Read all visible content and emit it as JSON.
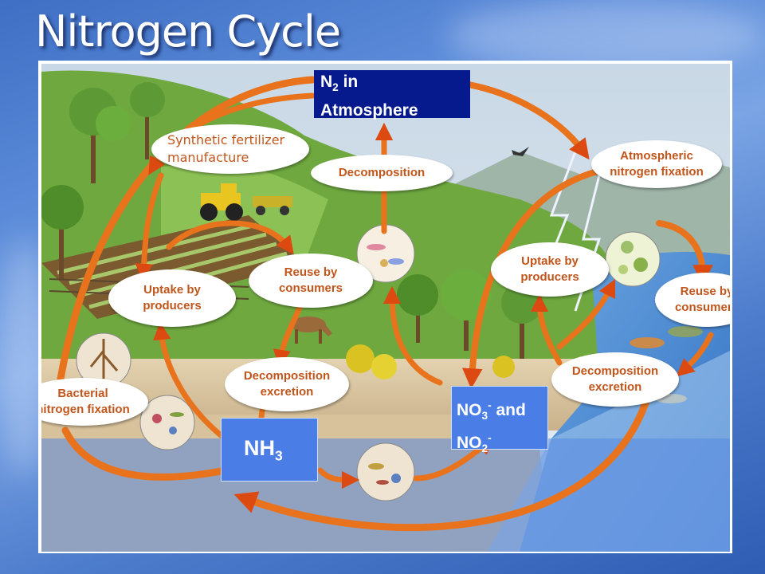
{
  "slide": {
    "title": "Nitrogen Cycle"
  },
  "boxes": {
    "n2": {
      "main": "N",
      "sub": "2",
      "rest": " in",
      "line2": "Atmosphere"
    },
    "nh3": {
      "main": "NH",
      "sub": "3"
    },
    "no": {
      "a": "NO",
      "a_sub": "3",
      "a_sup": "-",
      "mid": " and",
      "b": "NO",
      "b_sub": "2",
      "b_sup": "-"
    }
  },
  "labels": {
    "synthetic": {
      "line1": "Synthetic fertilizer",
      "line2": "manufacture"
    },
    "decomposition_top": "Decomposition",
    "atmospheric": {
      "line1": "Atmospheric",
      "line2": "nitrogen fixation"
    },
    "uptake_left": {
      "line1": "Uptake by",
      "line2": "producers"
    },
    "reuse_left": {
      "line1": "Reuse by",
      "line2": "consumers"
    },
    "uptake_right": {
      "line1": "Uptake by",
      "line2": "producers"
    },
    "reuse_right": {
      "line1": "Reuse by",
      "line2": "consumers"
    },
    "decomp_left": {
      "line1": "Decomposition",
      "line2": "excretion"
    },
    "decomp_right": {
      "line1": "Decomposition",
      "line2": "excretion"
    },
    "bacterial": {
      "line1": "Bacterial",
      "line2": "nitrogen fixation"
    }
  },
  "colors": {
    "arrow": "#e8731c",
    "label_text": "#c0561c",
    "n2_box": "#061a8e",
    "compound_box": "#4a7ee6"
  }
}
